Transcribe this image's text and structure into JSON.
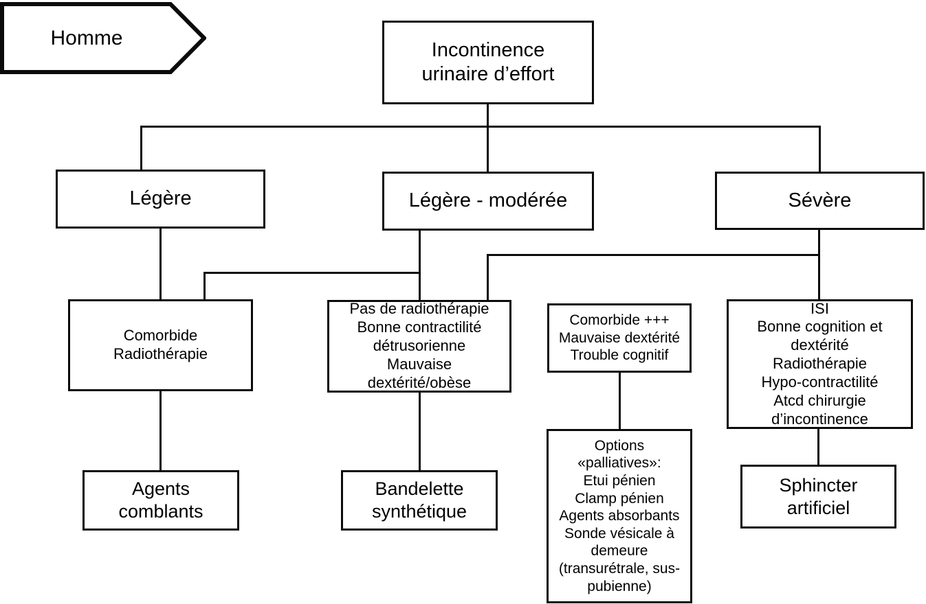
{
  "diagram": {
    "title_banner": {
      "label": "Homme",
      "shape": "pennant-arrow-right"
    },
    "root": {
      "label": "Incontinence\nurinaire d’effort"
    },
    "severity_levels": [
      {
        "id": "legere",
        "label": "Légère"
      },
      {
        "id": "legere-moderee",
        "label": "Légère - modérée"
      },
      {
        "id": "severe",
        "label": "Sévère"
      }
    ],
    "criteria": [
      {
        "id": "comorbide-radiotherapie",
        "label": "Comorbide\nRadiothérapie"
      },
      {
        "id": "pas-de-radiotherapie",
        "label": "Pas de radiothérapie\nBonne contractilité\ndétrusorienne\nMauvaise dextérité/obèse"
      },
      {
        "id": "comorbide-plus",
        "label": "Comorbide +++\nMauvaise dextérité\nTrouble cognitif"
      },
      {
        "id": "isi",
        "label": "ISI\nBonne cognition et\ndextérité\nRadiothérapie\nHypo-contractilité\nAtcd chirurgie\nd’incontinence"
      }
    ],
    "treatments": [
      {
        "id": "agents-comblants",
        "label": "Agents comblants"
      },
      {
        "id": "bandelette-synthetique",
        "label": "Bandelette\nsynthétique"
      },
      {
        "id": "options-palliatives",
        "label": "Options\n«palliatives»:\nEtui pénien\nClamp pénien\nAgents absorbants\nSonde vésicale à\ndemeure\n(transurétrale, sus-\npubienne)"
      },
      {
        "id": "sphincter-artificiel",
        "label": "Sphincter artificiel"
      }
    ],
    "colors": {
      "stroke": "#0b0b0b",
      "fill": "#ffffff",
      "text": "#000000"
    }
  }
}
